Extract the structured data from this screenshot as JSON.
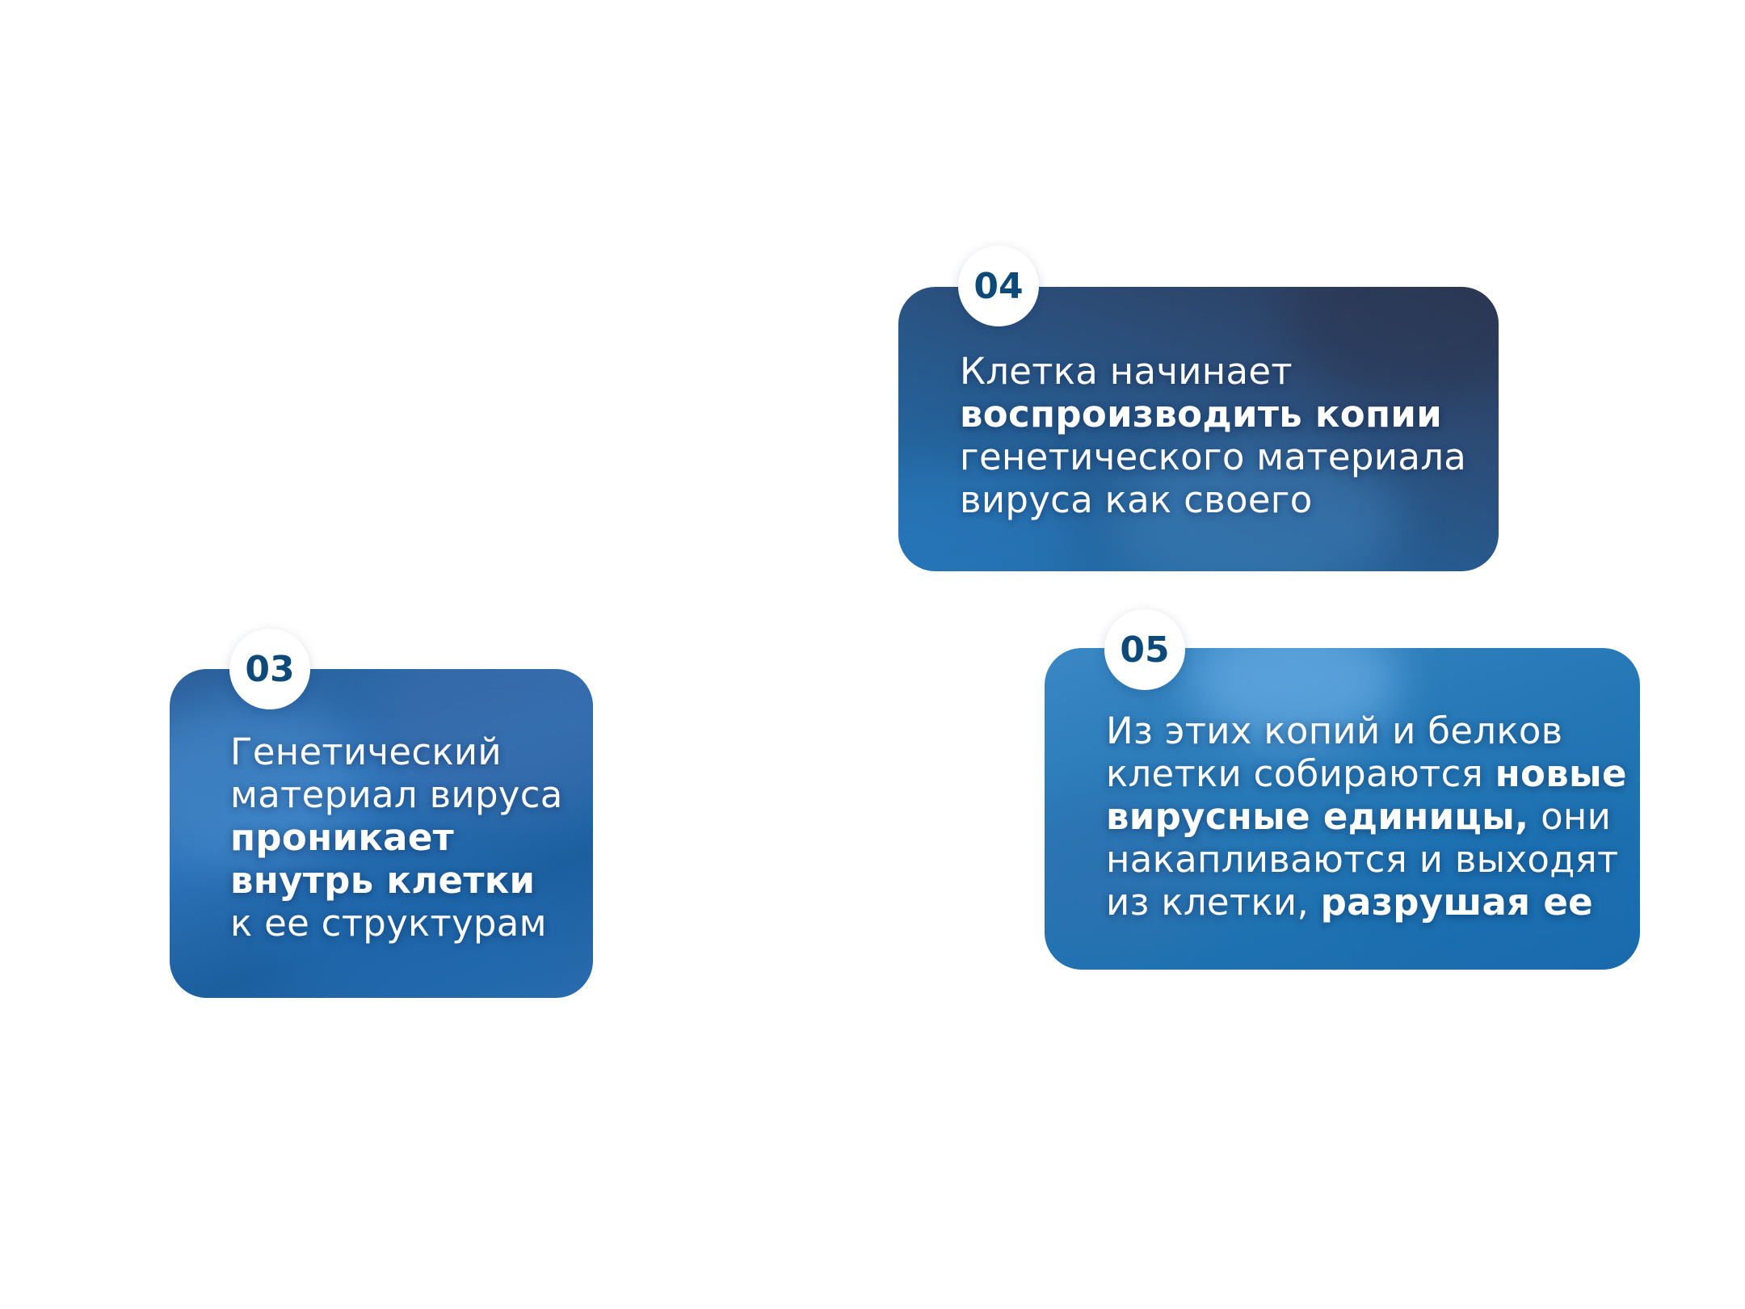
{
  "cards": [
    {
      "number": "03",
      "lines": [
        {
          "segments": [
            {
              "text": "Генетический",
              "bold": false
            }
          ]
        },
        {
          "segments": [
            {
              "text": "материал вируса",
              "bold": false
            }
          ]
        },
        {
          "segments": [
            {
              "text": "проникает",
              "bold": true
            }
          ]
        },
        {
          "segments": [
            {
              "text": "внутрь клетки",
              "bold": true
            }
          ]
        },
        {
          "segments": [
            {
              "text": "к ее структурам",
              "bold": false
            }
          ]
        }
      ]
    },
    {
      "number": "04",
      "lines": [
        {
          "segments": [
            {
              "text": "Клетка начинает",
              "bold": false
            }
          ]
        },
        {
          "segments": [
            {
              "text": "воспроизводить копии",
              "bold": true
            }
          ]
        },
        {
          "segments": [
            {
              "text": "генетического материала",
              "bold": false
            }
          ]
        },
        {
          "segments": [
            {
              "text": "вируса как своего",
              "bold": false
            }
          ]
        }
      ]
    },
    {
      "number": "05",
      "lines": [
        {
          "segments": [
            {
              "text": "Из этих копий и белков",
              "bold": false
            }
          ]
        },
        {
          "segments": [
            {
              "text": "клетки собираются ",
              "bold": false
            },
            {
              "text": "новые",
              "bold": true
            }
          ]
        },
        {
          "segments": [
            {
              "text": "вирусные единицы,",
              "bold": true
            },
            {
              "text": " они",
              "bold": false
            }
          ]
        },
        {
          "segments": [
            {
              "text": "накапливаются и выходят",
              "bold": false
            }
          ]
        },
        {
          "segments": [
            {
              "text": "из клетки, ",
              "bold": false
            },
            {
              "text": "разрушая ее",
              "bold": true
            }
          ]
        }
      ]
    }
  ],
  "colors": {
    "badge_text": "#0d4a7a",
    "card_text": "#ffffff",
    "page_background": "#ffffff"
  }
}
